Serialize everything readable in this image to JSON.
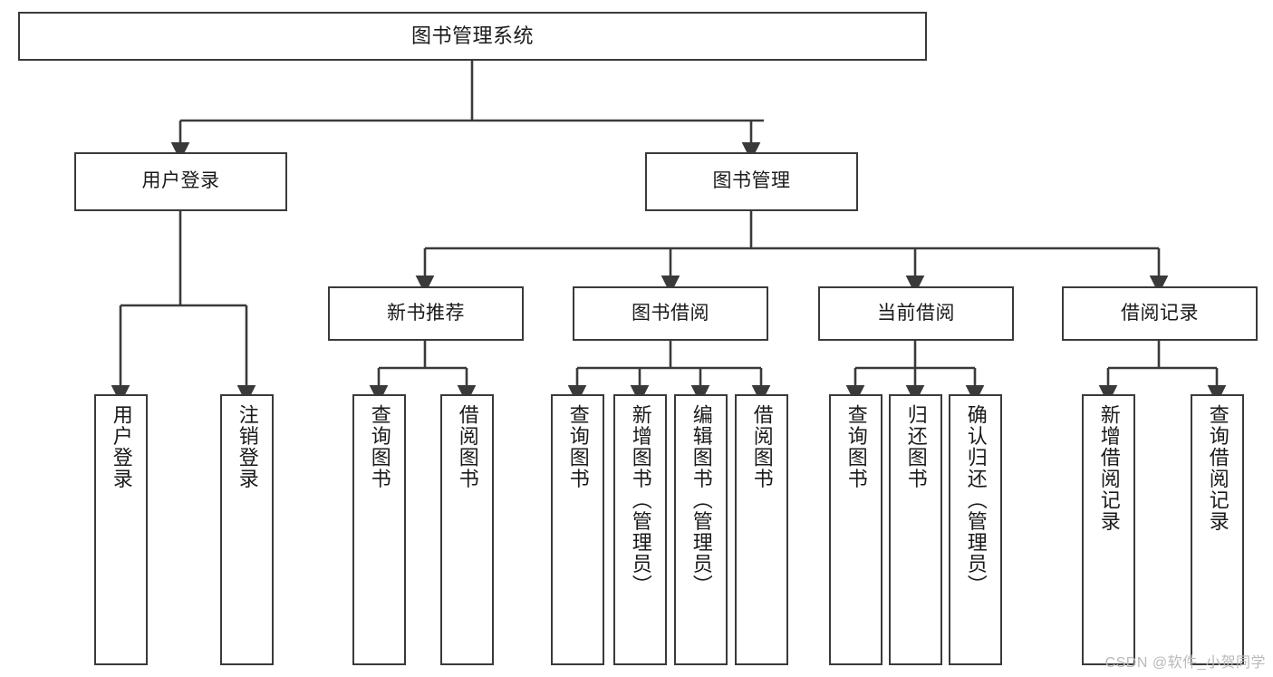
{
  "diagram": {
    "title": "图书管理系统",
    "type": "hierarchy-tree",
    "colors": {
      "node_border": "#3a3a3a",
      "node_fill": "#ffffff",
      "edge": "#3a3a3a",
      "text": "#1a1a1a",
      "watermark": "#b9b9b9",
      "background": "#ffffff"
    },
    "watermark": "CSDN @软件_小贺同学"
  },
  "nodes": {
    "root": {
      "label": "图书管理系统"
    },
    "level2": [
      {
        "id": "user-login",
        "label": "用户登录"
      },
      {
        "id": "book-manage",
        "label": "图书管理"
      }
    ],
    "level3": [
      {
        "id": "new-book-recommend",
        "label": "新书推荐"
      },
      {
        "id": "book-borrow",
        "label": "图书借阅"
      },
      {
        "id": "current-borrow",
        "label": "当前借阅"
      },
      {
        "id": "borrow-record",
        "label": "借阅记录"
      }
    ],
    "leaves": [
      {
        "id": "leaf-user-login",
        "parent": "user-login",
        "label": "用户登录"
      },
      {
        "id": "leaf-logout-login",
        "parent": "user-login",
        "label": "注销登录"
      },
      {
        "id": "leaf-query-book-1",
        "parent": "new-book-recommend",
        "label": "查询图书"
      },
      {
        "id": "leaf-borrow-book-1",
        "parent": "new-book-recommend",
        "label": "借阅图书"
      },
      {
        "id": "leaf-query-book-2",
        "parent": "book-borrow",
        "label": "查询图书"
      },
      {
        "id": "leaf-add-book",
        "parent": "book-borrow",
        "label": "新增图书（管理员）"
      },
      {
        "id": "leaf-edit-book",
        "parent": "book-borrow",
        "label": "编辑图书（管理员）"
      },
      {
        "id": "leaf-borrow-book-2",
        "parent": "book-borrow",
        "label": "借阅图书"
      },
      {
        "id": "leaf-query-book-3",
        "parent": "current-borrow",
        "label": "查询图书"
      },
      {
        "id": "leaf-return-book",
        "parent": "current-borrow",
        "label": "归还图书"
      },
      {
        "id": "leaf-confirm-return",
        "parent": "current-borrow",
        "label": "确认归还（管理员）"
      },
      {
        "id": "leaf-add-record",
        "parent": "borrow-record",
        "label": "新增借阅记录"
      },
      {
        "id": "leaf-query-record",
        "parent": "borrow-record",
        "label": "查询借阅记录"
      }
    ]
  }
}
